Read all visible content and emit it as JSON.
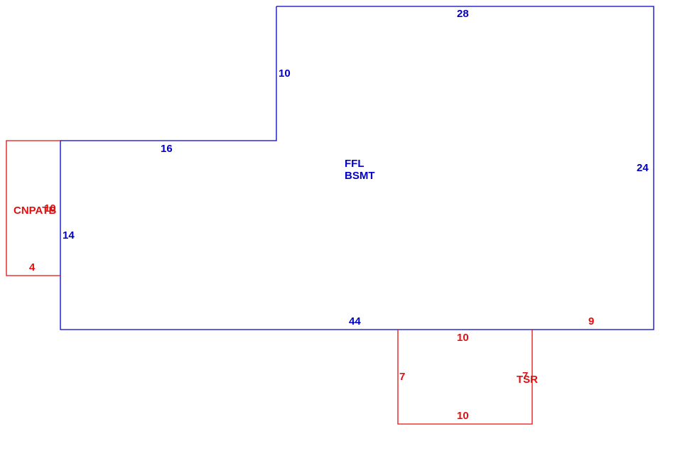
{
  "colors": {
    "main": "#0000c8",
    "extension": "#e01010",
    "background": "#ffffff"
  },
  "main_area": {
    "name_line1": "FFL",
    "name_line2": "BSMT",
    "dims": {
      "top": "28",
      "upper_left_step": "10",
      "left_top": "16",
      "right": "24",
      "left_side": "14",
      "bottom": "44",
      "bottom_right": "9"
    }
  },
  "carport": {
    "label": "CNPATB",
    "dims": {
      "side": "10",
      "bottom": "4"
    }
  },
  "tsr": {
    "label": "TSR",
    "dims": {
      "top": "10",
      "left": "7",
      "right": "7",
      "bottom": "10"
    }
  }
}
